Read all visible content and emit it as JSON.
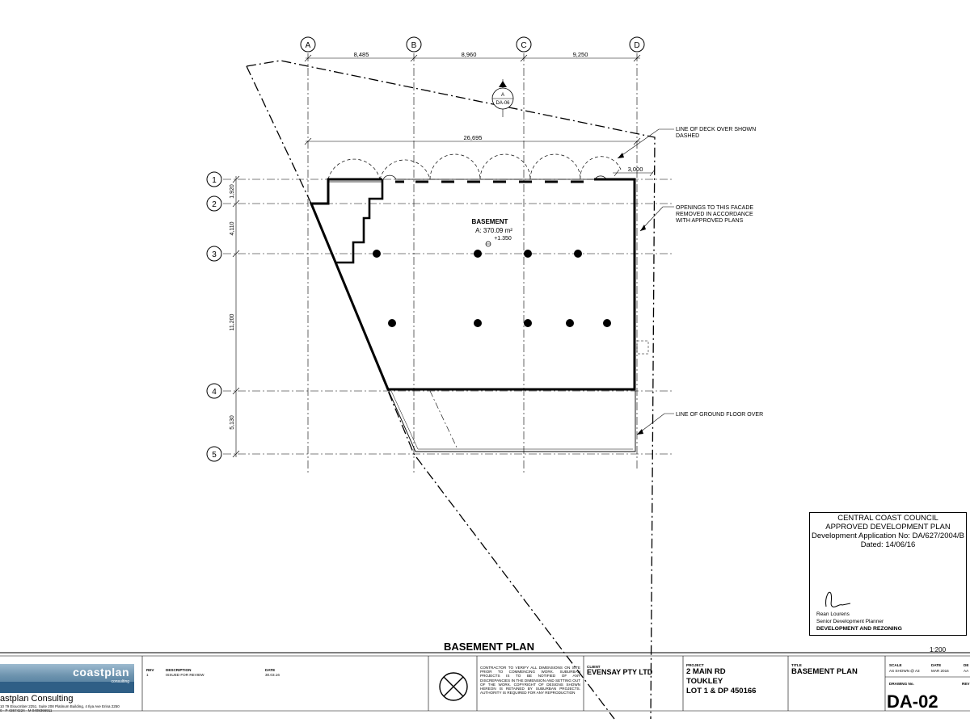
{
  "plan": {
    "grid_cols": [
      "A",
      "B",
      "C",
      "D"
    ],
    "grid_rows": [
      "1",
      "2",
      "3",
      "4",
      "5"
    ],
    "col_dims": [
      "8,485",
      "8,960",
      "9,250"
    ],
    "overall_dim": "26,695",
    "offset_dim": "3,000",
    "row_dims": [
      "1,920",
      "4,110",
      "11,200",
      "5,130"
    ],
    "section_marker": {
      "letter": "A",
      "ref": "DA-06"
    },
    "room_name": "BASEMENT",
    "room_area": "A: 370.09 m²",
    "room_level": "+1.350",
    "notes": {
      "deck_1": "LINE OF DECK OVER SHOWN",
      "deck_2": "DASHED",
      "openings_1": "OPENINGS TO THIS FACADE",
      "openings_2": "REMOVED IN ACCORDANCE",
      "openings_3": "WITH APPROVED PLANS",
      "ground_floor": "LINE OF GROUND FLOOR OVER"
    }
  },
  "stamp": {
    "line1": "CENTRAL COAST COUNCIL",
    "line2": "APPROVED DEVELOPMENT PLAN",
    "line3": "Development Application No:  DA/627/2004/B",
    "line4": "Dated:  14/06/16",
    "signatory": "Rean Lourens",
    "role": "Senior Development Planner",
    "department": "DEVELOPMENT AND REZONING"
  },
  "drawing_title": "BASEMENT PLAN",
  "drawing_scale": "1:200",
  "title_block": {
    "company_logo": "coastplan",
    "company_logo_sub": "consulting",
    "company_name": "astplan Consulting",
    "company_address": "10 79 Eloucmber 2251. Suite 208 Platinum Building, 4 Ilya Ave Erina 2250",
    "company_phone": "0 · P 43674224 · M 0408366911",
    "rev_header": "REV",
    "desc_header": "DESCRIPTION",
    "date_header": "DATE",
    "rev_value": "1",
    "desc_value": "ISSUED FOR REVIEW",
    "date_value": "30.03.16",
    "disclaimer": "CONTRACTOR TO VERIFY ALL DIMENSIONS ON SITE PRIOR TO COMMENCING WORK. SUBURBAN PROJECTS IS TO BE NOTIFIED OF ANY DISCREPANCIES IN THE DIMENSION AND SETTING OUT OF THE WORK. COPYRIGHT OF DESIGNS SHOWN HEREON IS RETAINED BY SUBURBAN PROJECTS. AUTHORITY IS REQUIRED FOR ANY REPRODUCTION",
    "client_label": "CLIENT",
    "client": "EVENSAY PTY LTD",
    "project_label": "PROJECT",
    "project_1": "2 MAIN RD",
    "project_2": "TOUKLEY",
    "project_3": "LOT 1 & DP 450166",
    "title_label": "TITLE",
    "title": "BASEMENT PLAN",
    "scale_label": "SCALE",
    "scale_value": "AS SHOWN @ A3",
    "date_label": "DATE",
    "date_block_value": "MAR 2016",
    "de_label": "DE",
    "de_value": "AA",
    "drawing_no_label": "DRAWING No.",
    "rev_label": "REV",
    "drawing_no": "DA-02"
  }
}
